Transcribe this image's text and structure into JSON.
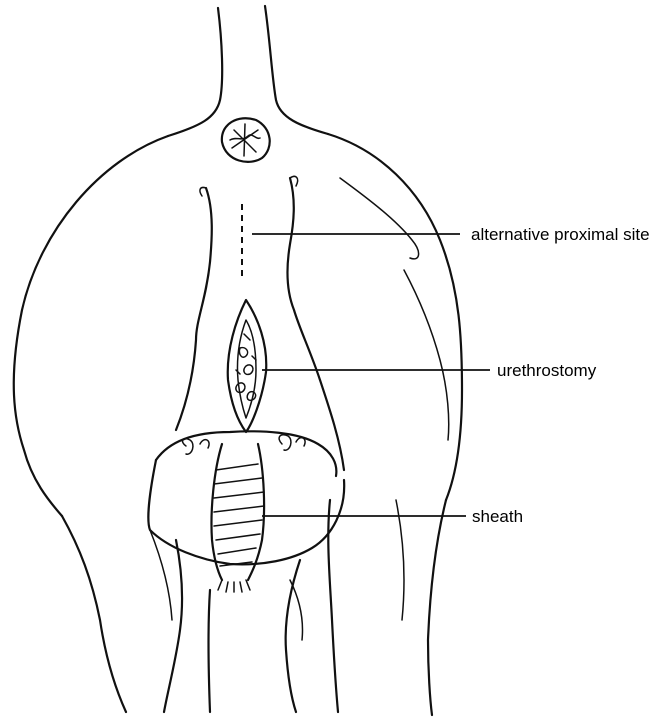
{
  "diagram": {
    "labels": {
      "alternative_proximal_site": "alternative proximal site",
      "urethrostomy": "urethrostomy",
      "sheath": "sheath"
    }
  }
}
